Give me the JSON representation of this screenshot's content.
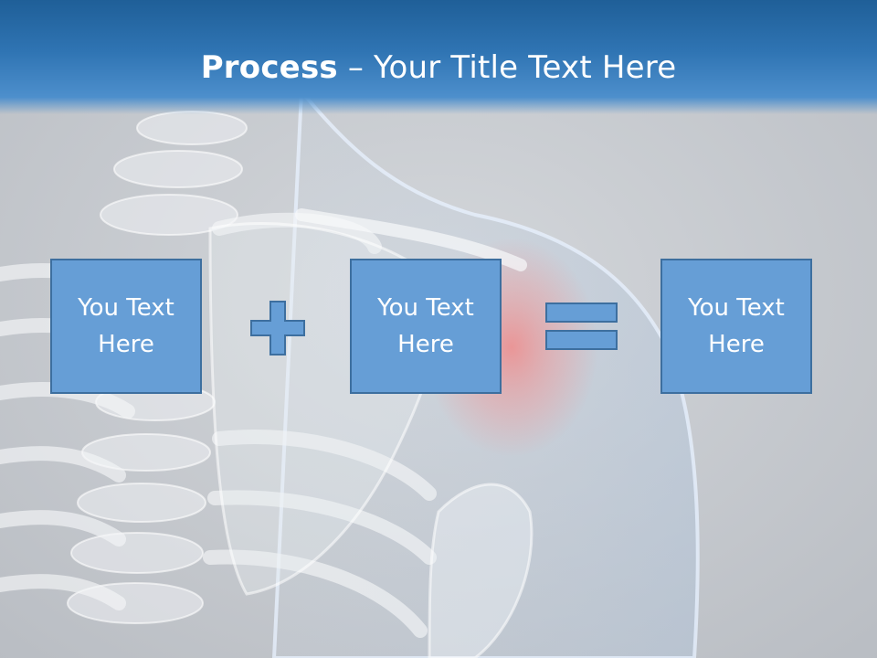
{
  "slide": {
    "title_bold": "Process",
    "title_rest": " – Your Title Text Here"
  },
  "boxes": [
    {
      "text": "You Text Here"
    },
    {
      "text": "You Text Here"
    },
    {
      "text": "You Text Here"
    }
  ],
  "operators": [
    "plus-icon",
    "equals-icon"
  ],
  "colors": {
    "header": "#2f74b3",
    "box_fill": "#669ed6",
    "box_border": "#3d6f9f",
    "background": "#c9ccd1",
    "highlight": "#e98a8a"
  }
}
